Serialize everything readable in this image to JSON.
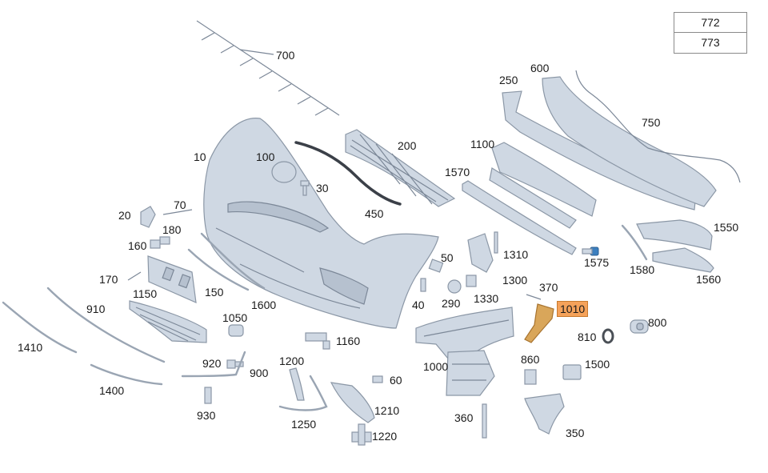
{
  "reference_box": {
    "rows": [
      "772",
      "773"
    ]
  },
  "highlighted": "1010",
  "colors": {
    "part": "#cfd8e3",
    "outline": "#8b97a6",
    "highlight": "#f5a25a",
    "highlight_part": "#d9a65a"
  },
  "labels": {
    "p700": "700",
    "p10": "10",
    "p100": "100",
    "p30": "30",
    "p200": "200",
    "p450": "450",
    "p250": "250",
    "p600": "600",
    "p750": "750",
    "p1100": "1100",
    "p1570": "1570",
    "p20": "20",
    "p70": "70",
    "p180": "180",
    "p160": "160",
    "p170": "170",
    "p1150": "1150",
    "p150": "150",
    "p1600": "1600",
    "p910": "910",
    "p1410": "1410",
    "p1050": "1050",
    "p920": "920",
    "p900": "900",
    "p1400": "1400",
    "p930": "930",
    "p1160": "1160",
    "p1200": "1200",
    "p1250": "1250",
    "p60": "60",
    "p1210": "1210",
    "p1220": "1220",
    "p50": "50",
    "p40": "40",
    "p290": "290",
    "p1310": "1310",
    "p1300": "1300",
    "p1330": "1330",
    "p370": "370",
    "p1010": "1010",
    "p1000": "1000",
    "p860": "860",
    "p360": "360",
    "p350": "350",
    "p1500": "1500",
    "p810": "810",
    "p800": "800",
    "p1575": "1575",
    "p1580": "1580",
    "p1550": "1550",
    "p1560": "1560"
  }
}
